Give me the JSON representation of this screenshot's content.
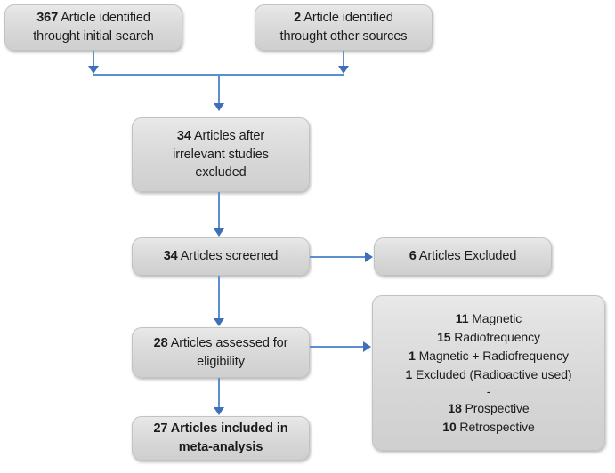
{
  "diagram": {
    "title": "PRISMA-style study selection flow diagram",
    "colors": {
      "box_fill": "#d9d9d9",
      "box_border": "#c2c2c2",
      "connector": "#5b8fd0",
      "arrowhead": "#3f6fbb",
      "text": "#1b1b1b",
      "background": "#ffffff"
    }
  },
  "nodes": {
    "identified_initial": {
      "count": "367",
      "lines": [
        "367 Article identified",
        "throught initial search"
      ],
      "line1_count": "367",
      "line1_text": " Article identified",
      "line2_text": "throught initial search"
    },
    "identified_other": {
      "count": "2",
      "lines": [
        "2 Article identified",
        "throught other  sources"
      ],
      "line1_count": "2",
      "line1_text": " Article identified",
      "line2_text": "throught other  sources"
    },
    "after_irrelevant": {
      "count": "34",
      "lines": [
        "34 Articles after",
        "irrelevant studies",
        "excluded"
      ],
      "line1_count": "34",
      "line1_text": " Articles after",
      "line2_text": "irrelevant studies",
      "line3_text": "excluded"
    },
    "screened": {
      "count": "34",
      "line1_count": "34",
      "line1_text": " Articles screened"
    },
    "excluded": {
      "count": "6",
      "line1_count": "6",
      "line1_text": " Articles Excluded"
    },
    "assessed": {
      "count": "28",
      "line1_count": "28",
      "line1_text": " Articles assessed for",
      "line2_text": "eligibility"
    },
    "included": {
      "count": "27",
      "line1_text": "27 Articles included in",
      "line2_text": "meta-analysis"
    },
    "breakdown": {
      "items": [
        {
          "count": "11",
          "label": " Magnetic"
        },
        {
          "count": "15",
          "label": " Radiofrequency"
        },
        {
          "count": "1",
          "label": " Magnetic + Radiofrequency"
        },
        {
          "count": "1",
          "label": " Excluded (Radioactive used)"
        }
      ],
      "separator": "-",
      "items2": [
        {
          "count": "18",
          "label": " Prospective"
        },
        {
          "count": "10",
          "label": " Retrospective"
        }
      ]
    }
  }
}
